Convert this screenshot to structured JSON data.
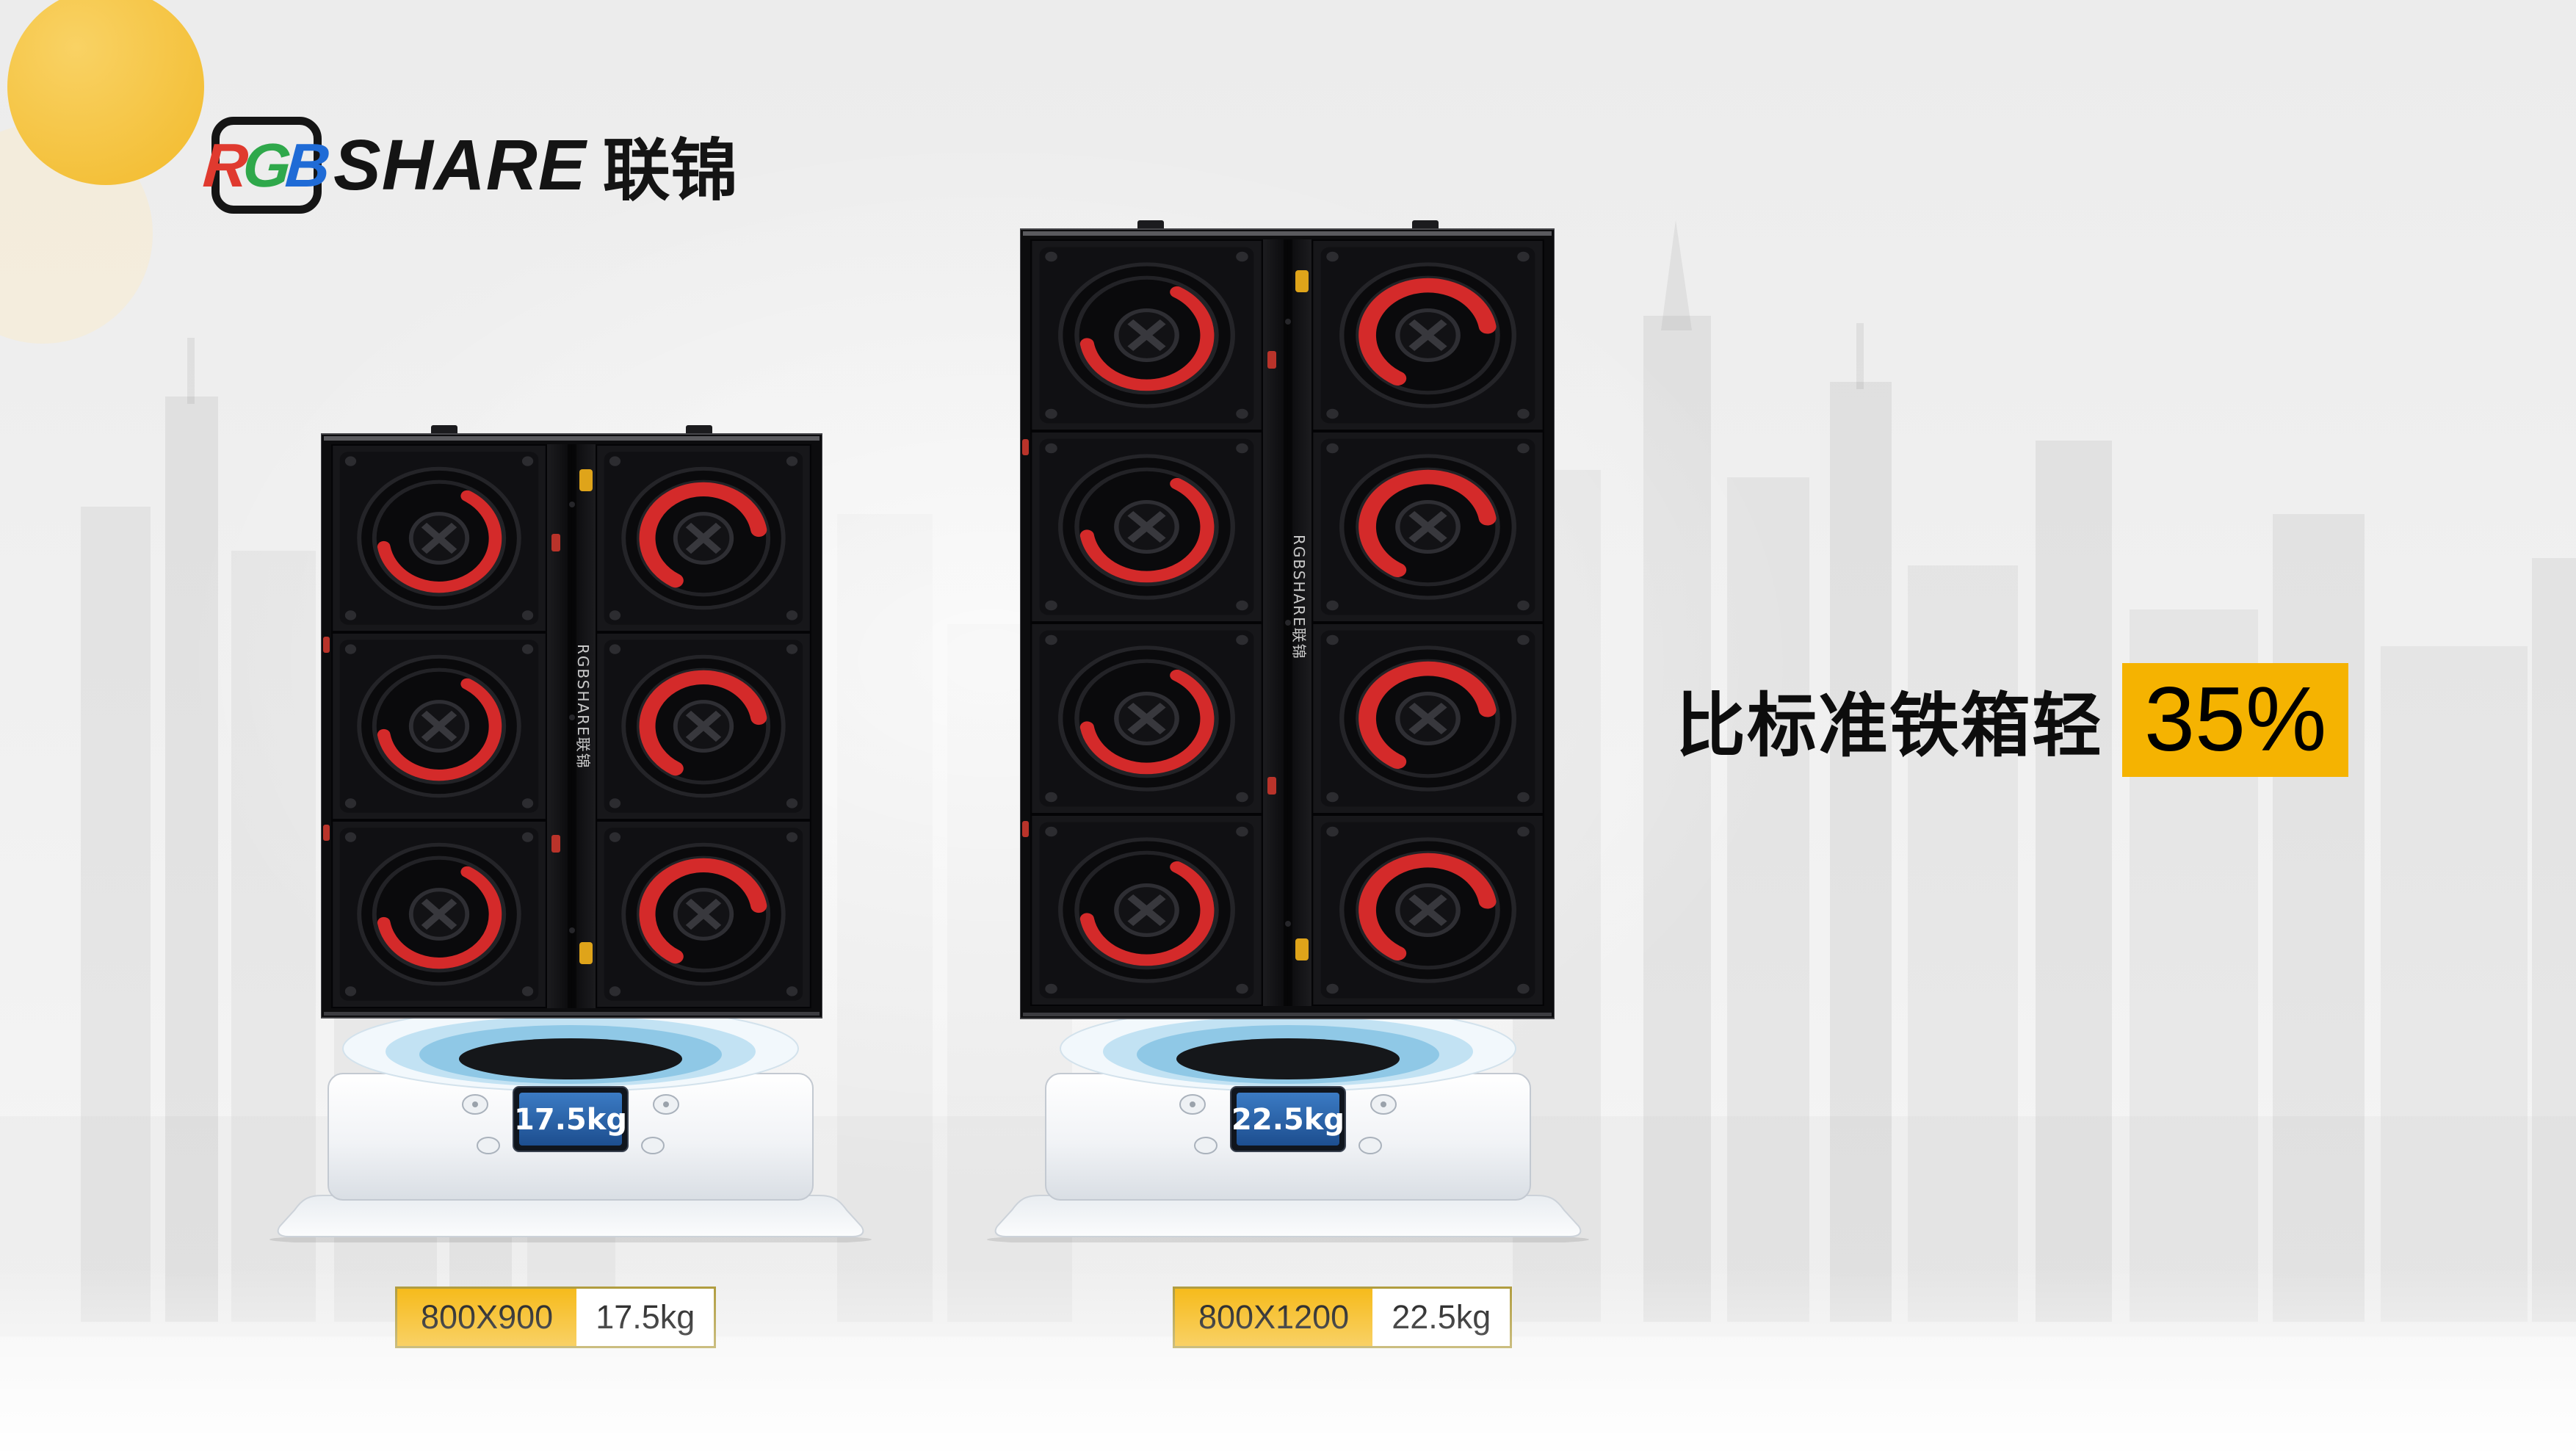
{
  "logo": {
    "r": "R",
    "g": "G",
    "b": "B",
    "share": "SHARE",
    "chinese": "联锦"
  },
  "headline": {
    "text": "比标准铁箱轻",
    "highlight": "35%"
  },
  "panel": {
    "rail_text": "RGBSHARE联锦"
  },
  "products": [
    {
      "id": "800x900",
      "scale_reading": "17.5kg",
      "label_size": "800X900",
      "label_weight": "17.5kg",
      "modules": "2 x 3"
    },
    {
      "id": "800x1200",
      "scale_reading": "22.5kg",
      "label_size": "800X1200",
      "label_weight": "22.5kg",
      "modules": "2 x 4"
    }
  ],
  "colors": {
    "accent_yellow": "#F5B301",
    "fan_red": "#D42A2A",
    "display_screen_blue": "#2B62A8",
    "panel_black": "#0C0C0E",
    "background_gray": "#F0F0F0"
  },
  "icons": {
    "logo_mark": "rgb-rounded-square-icon",
    "fan_module": "fan-circle-icon",
    "skyline": "city-skyline-silhouette"
  }
}
